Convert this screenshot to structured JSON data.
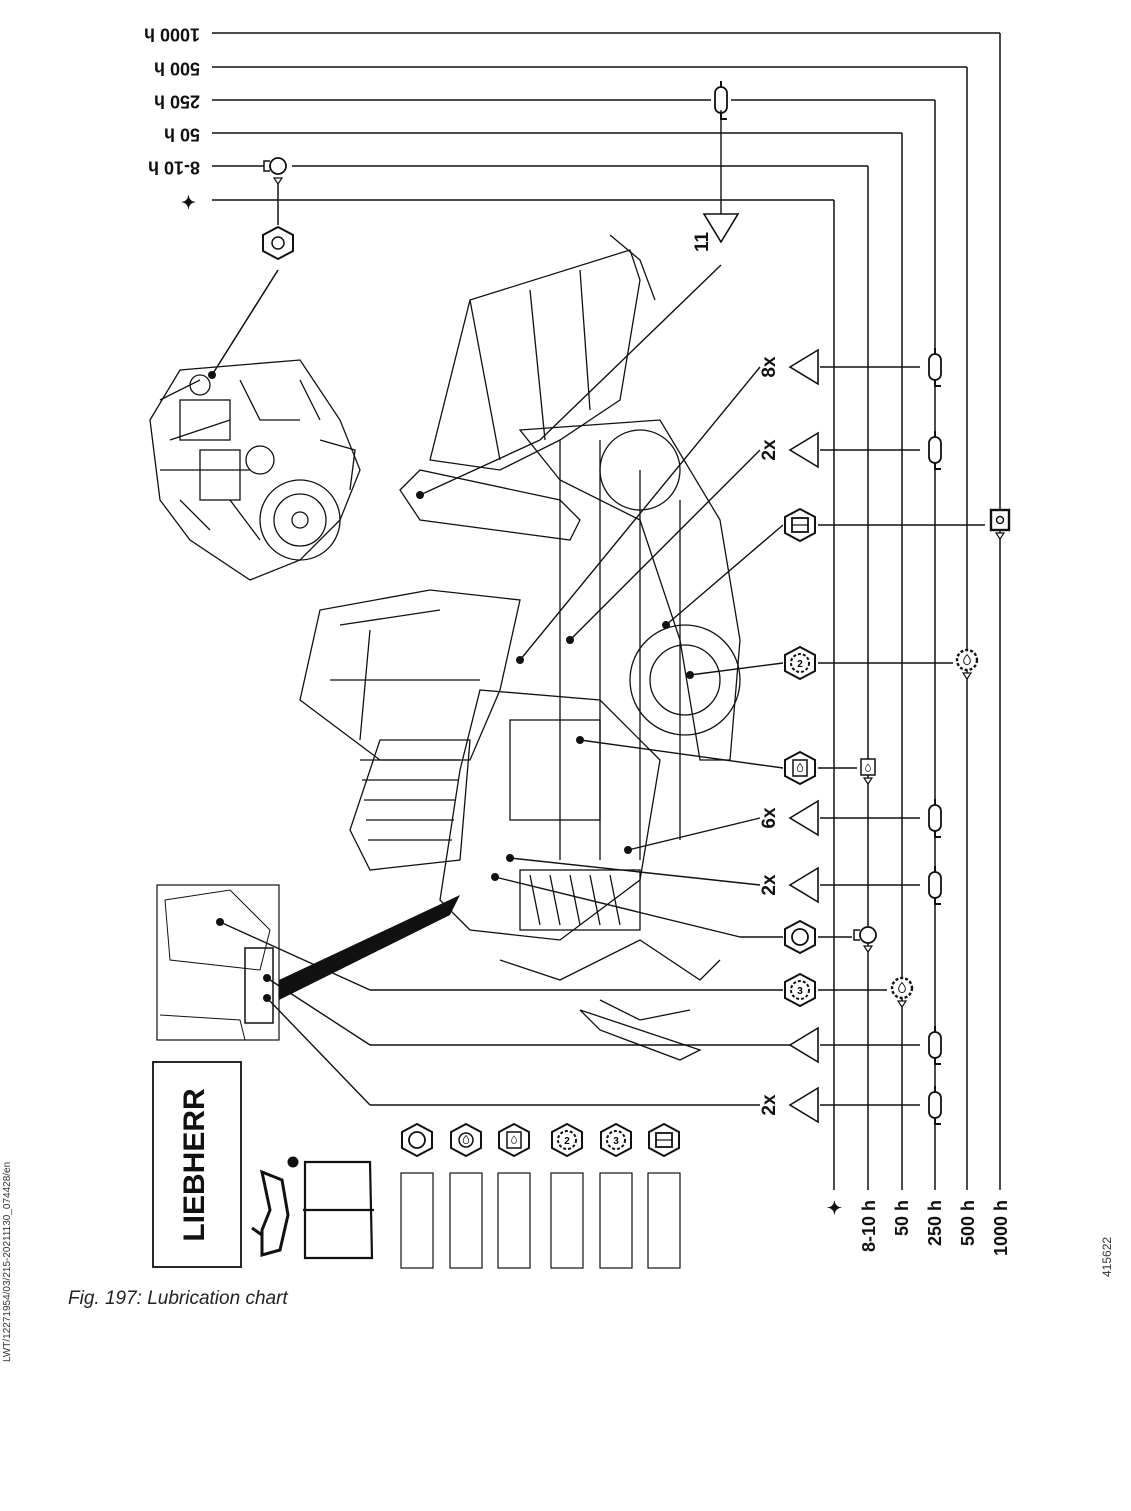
{
  "intervals_top": [
    "1000 h",
    "500 h",
    "250 h",
    "50 h",
    "8-10 h",
    "✦"
  ],
  "intervals_bottom": [
    "✦",
    "8-10 h",
    "50 h",
    "250 h",
    "500 h",
    "1000 h"
  ],
  "multipliers": {
    "track_upper": "8x",
    "track_mid": "2x",
    "chassis": "6x",
    "rear_upper": "2x",
    "rear_lower": "2x",
    "arm_group": "11"
  },
  "brand_logo_text": "LIEBHERR",
  "figure_caption": "Fig. 197: Lubrication chart",
  "document_code": "LWT/12271954/03/215-20211130_074428/en",
  "drawing_number": "415622",
  "legend_symbols": [
    "engine-oil",
    "fuel",
    "hydraulic-oil",
    "gear-oil-2",
    "gear-oil-3",
    "filter"
  ]
}
